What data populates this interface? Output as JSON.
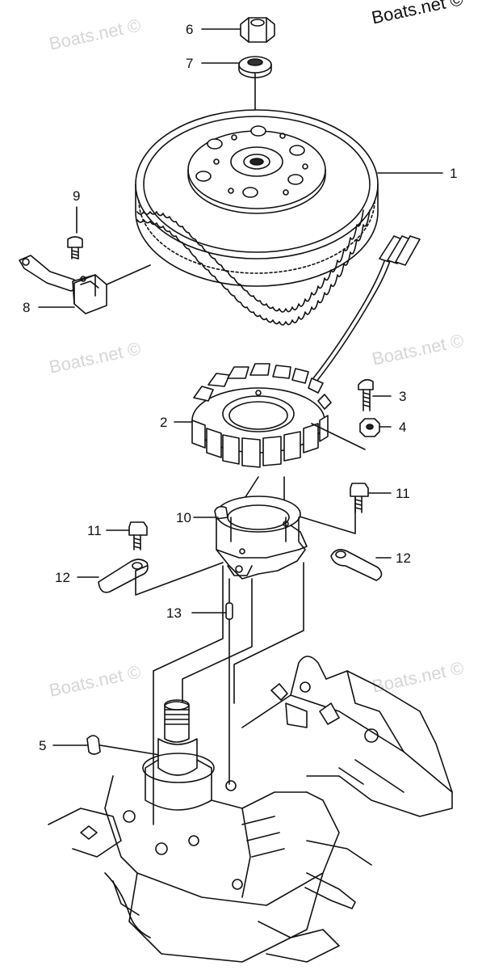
{
  "watermark": "Boats.net ©",
  "brand": "Boats.net ©",
  "callouts": {
    "c1": "1",
    "c2": "2",
    "c3": "3",
    "c4": "4",
    "c5": "5",
    "c6": "6",
    "c7": "7",
    "c8": "8",
    "c9": "9",
    "c10": "10",
    "c11a": "11",
    "c11b": "11",
    "c12a": "12",
    "c12b": "12",
    "c13": "13"
  }
}
